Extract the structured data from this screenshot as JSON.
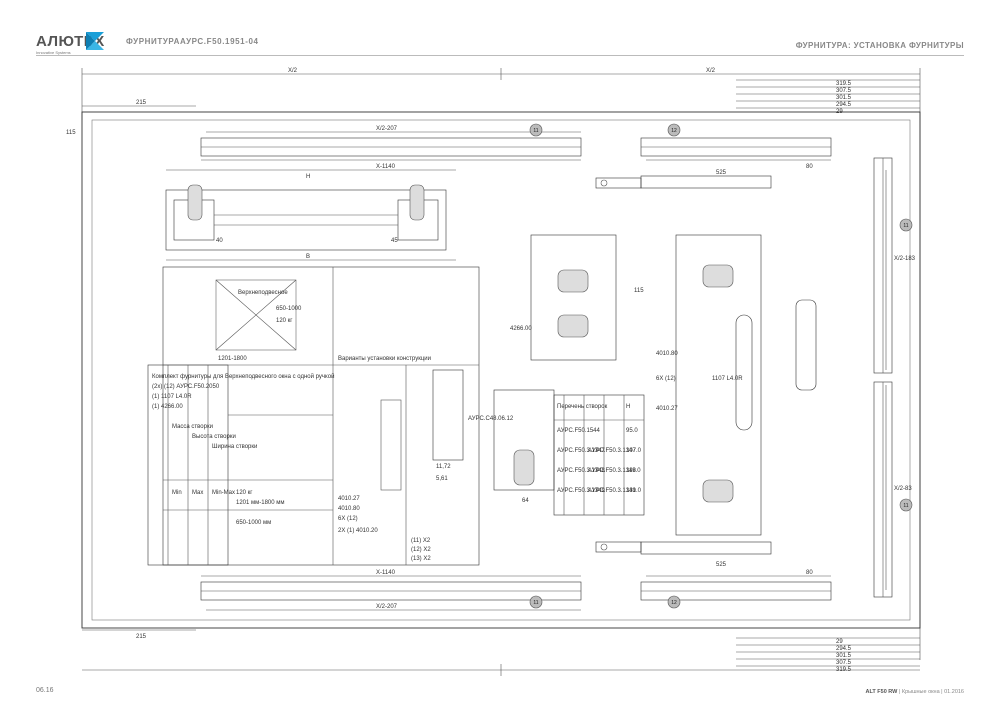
{
  "header": {
    "logo_text": "АЛЮТЕХ",
    "logo_subtitle": "Innovative Systems",
    "doc_code": "ФУРНИТУРААУРС.F50.1951-04",
    "section_title": "ФУРНИТУРА: УСТАНОВКА ФУРНИТУРЫ",
    "brand_color": "#1a9fd8"
  },
  "footer": {
    "page_number": "06.16",
    "product": "ALT F50 RW",
    "separator": " | ",
    "subtitle": "Крышные окна | 01.2016"
  },
  "drawing": {
    "callouts": {
      "c11_top": "11",
      "c12_top": "12",
      "c11_bottom": "11",
      "c12_bottom": "12",
      "c11_right_top": "11",
      "c11_right_bottom": "11"
    },
    "dims": {
      "half_a": "X/2",
      "half_b": "X/2",
      "d215_top": "215",
      "d215_bottom": "215",
      "d115": "115",
      "x1140_top": "X-1140",
      "x1140_bottom": "X-1140",
      "x2_207_top": "X/2-207",
      "x2_207_bottom": "X/2-207",
      "x2_183": "X/2-183",
      "x2_83": "X/2-83",
      "d525_top": "525",
      "d525_bottom": "525",
      "d80_top": "80",
      "d80_bottom": "80",
      "d40": "40",
      "d45": "45",
      "d64": "64"
    },
    "stack_top": [
      "319.5",
      "307.5",
      "301.5",
      "294.5",
      "29"
    ],
    "stack_bottom": [
      "29",
      "294.5",
      "301.5",
      "307.5",
      "319.5"
    ],
    "profile_labels": {
      "p4266": "4266.00",
      "p4010_80": "4010.80",
      "p4010_27": "4010.27",
      "p1107": "1107 L4.0R",
      "p6x": "6X (12)",
      "axis_h": "H",
      "axis_b": "B",
      "dim_115": "115"
    },
    "table": {
      "orientation": "Верхнеподвесное",
      "frame_title": "Варианты установки конструкции",
      "title": "Комплект фурнитуры для Верхнеподвесного окна с одной ручкой",
      "item_1": "(2x) (12) АУРС.F50.2050",
      "item_2": "(1) 1107 L4.0R",
      "item_3": "(1) 4266.00",
      "col_mass": "Масса створки",
      "col_height": "Высота створки",
      "col_width": "Ширина створки",
      "col_min": "Min",
      "col_max": "Max",
      "col_minmax": "Min-Max",
      "val_mass": "120 кг",
      "val_height": "1201 мм-1800 мм",
      "val_width": "650-1000 мм",
      "parts_4010_27": "4010.27",
      "parts_4010_80": "4010.80",
      "parts_6x": "6X (12)",
      "parts_2x": "2X (1) 4010.20",
      "qty_11": "(11) X2",
      "qty_12": "(12) X2",
      "qty_13": "(13) X2",
      "sash_dims": "1201-1800",
      "sash_w": "650-1000",
      "sash_h": "120 кг",
      "hinge_code": "АУРС.C48.06.12",
      "hinge_d1": "11,72",
      "hinge_d2": "5,61"
    },
    "stay_table": {
      "header": "Перечень створок",
      "col_h": "H",
      "rows": [
        [
          "АУРС.F50.1544",
          "95.0"
        ],
        [
          "АУРС.F50.3.1347",
          "АУРС.F50.3.1347",
          "107.0"
        ],
        [
          "АУРС.F50.3.1348",
          "АУРС.F50.3.1348",
          "119.0"
        ],
        [
          "АУРС.F50.3.1349",
          "АУРС.F50.3.1349",
          "131.0"
        ]
      ]
    }
  }
}
